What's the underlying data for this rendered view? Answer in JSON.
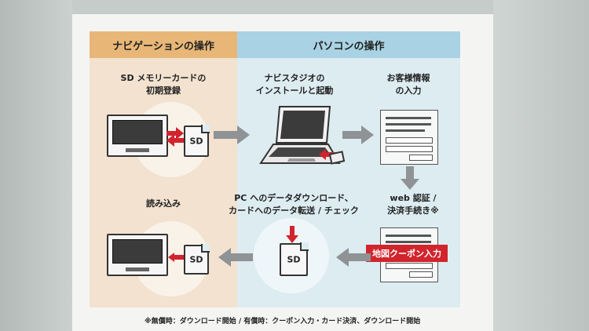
{
  "headers": {
    "navigation": "ナビゲーションの操作",
    "pc": "パソコンの操作"
  },
  "steps": {
    "sd_init": "SD メモリーカードの\n初期登録",
    "install": "ナビスタジオの\nインストールと起動",
    "customer_info": "お客様情報\nの入力",
    "web_auth": "web 認証 /\n決済手続き※",
    "download": "PC へのデータダウンロード、\nカードへのデータ転送 / チェック",
    "load": "読み込み"
  },
  "sd_label": "SD",
  "coupon_label": "地図クーポン入力",
  "footnote": "※無償時：ダウンロード開始 / 有償時：クーポン入力・カード決済、ダウンロード開始",
  "colors": {
    "nav_header": "#e8b777",
    "nav_panel": "#f2e2cf",
    "pc_header": "#a9d3e4",
    "pc_panel": "#dcecf1",
    "accent_red": "#d1242c",
    "arrow_gray": "#8f9396"
  }
}
